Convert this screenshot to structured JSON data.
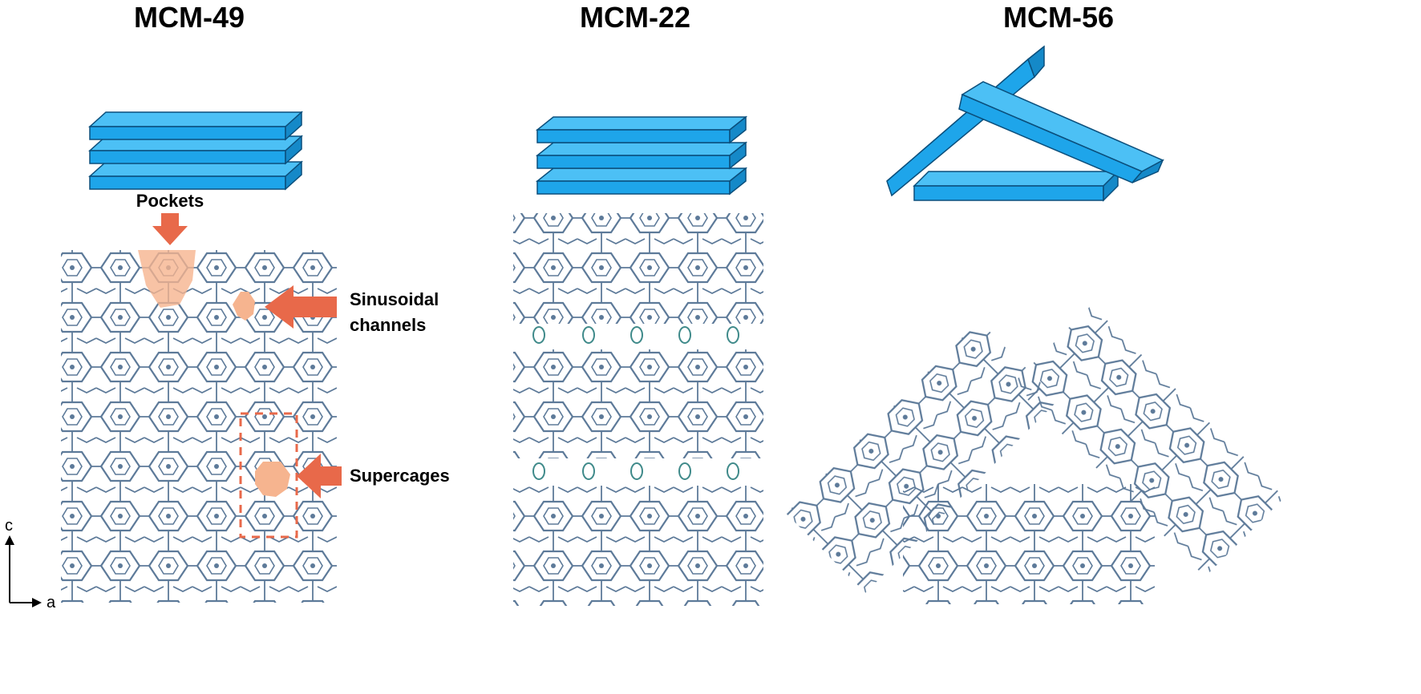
{
  "panels": [
    {
      "title": "MCM-49"
    },
    {
      "title": "MCM-22"
    },
    {
      "title": "MCM-56"
    }
  ],
  "annotations": {
    "pockets": "Pockets",
    "sinusoidal_line1": "Sinusoidal",
    "sinusoidal_line2": "channels",
    "supercages": "Supercages"
  },
  "axes": {
    "vertical": "c",
    "horizontal": "a"
  },
  "colors": {
    "slab_top": "#4cc0f5",
    "slab_front": "#1ea5ea",
    "slab_side": "#1589c8",
    "slab_stroke": "#0b4f7c",
    "framework": "#5d7a99",
    "highlight": "#f6b48f",
    "arrow": "#e8694a",
    "gap_ellipse": "#3f8a8a"
  }
}
